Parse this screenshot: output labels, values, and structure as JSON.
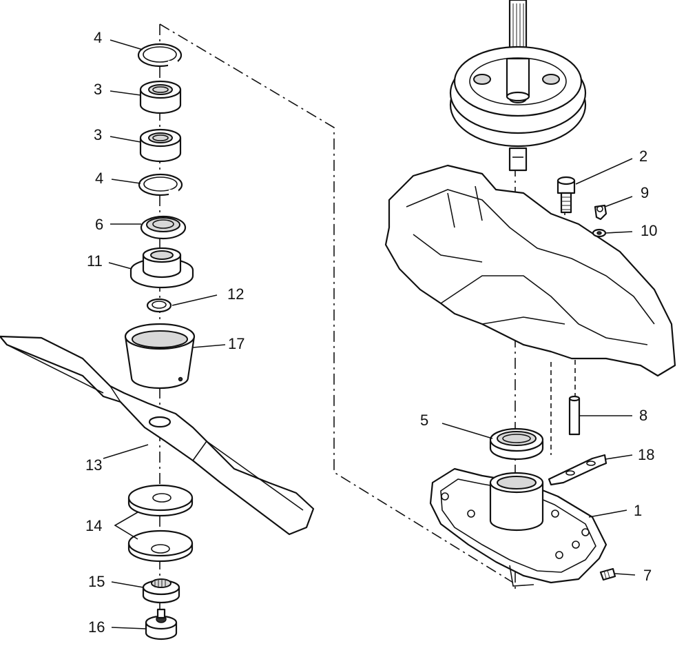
{
  "callouts": {
    "c1": "1",
    "c2": "2",
    "c3a": "3",
    "c3b": "3",
    "c4a": "4",
    "c4b": "4",
    "c5": "5",
    "c6": "6",
    "c7": "7",
    "c8": "8",
    "c9": "9",
    "c10": "10",
    "c11": "11",
    "c12": "12",
    "c13": "13",
    "c14": "14",
    "c15": "15",
    "c16": "16",
    "c17": "17",
    "c18": "18"
  }
}
